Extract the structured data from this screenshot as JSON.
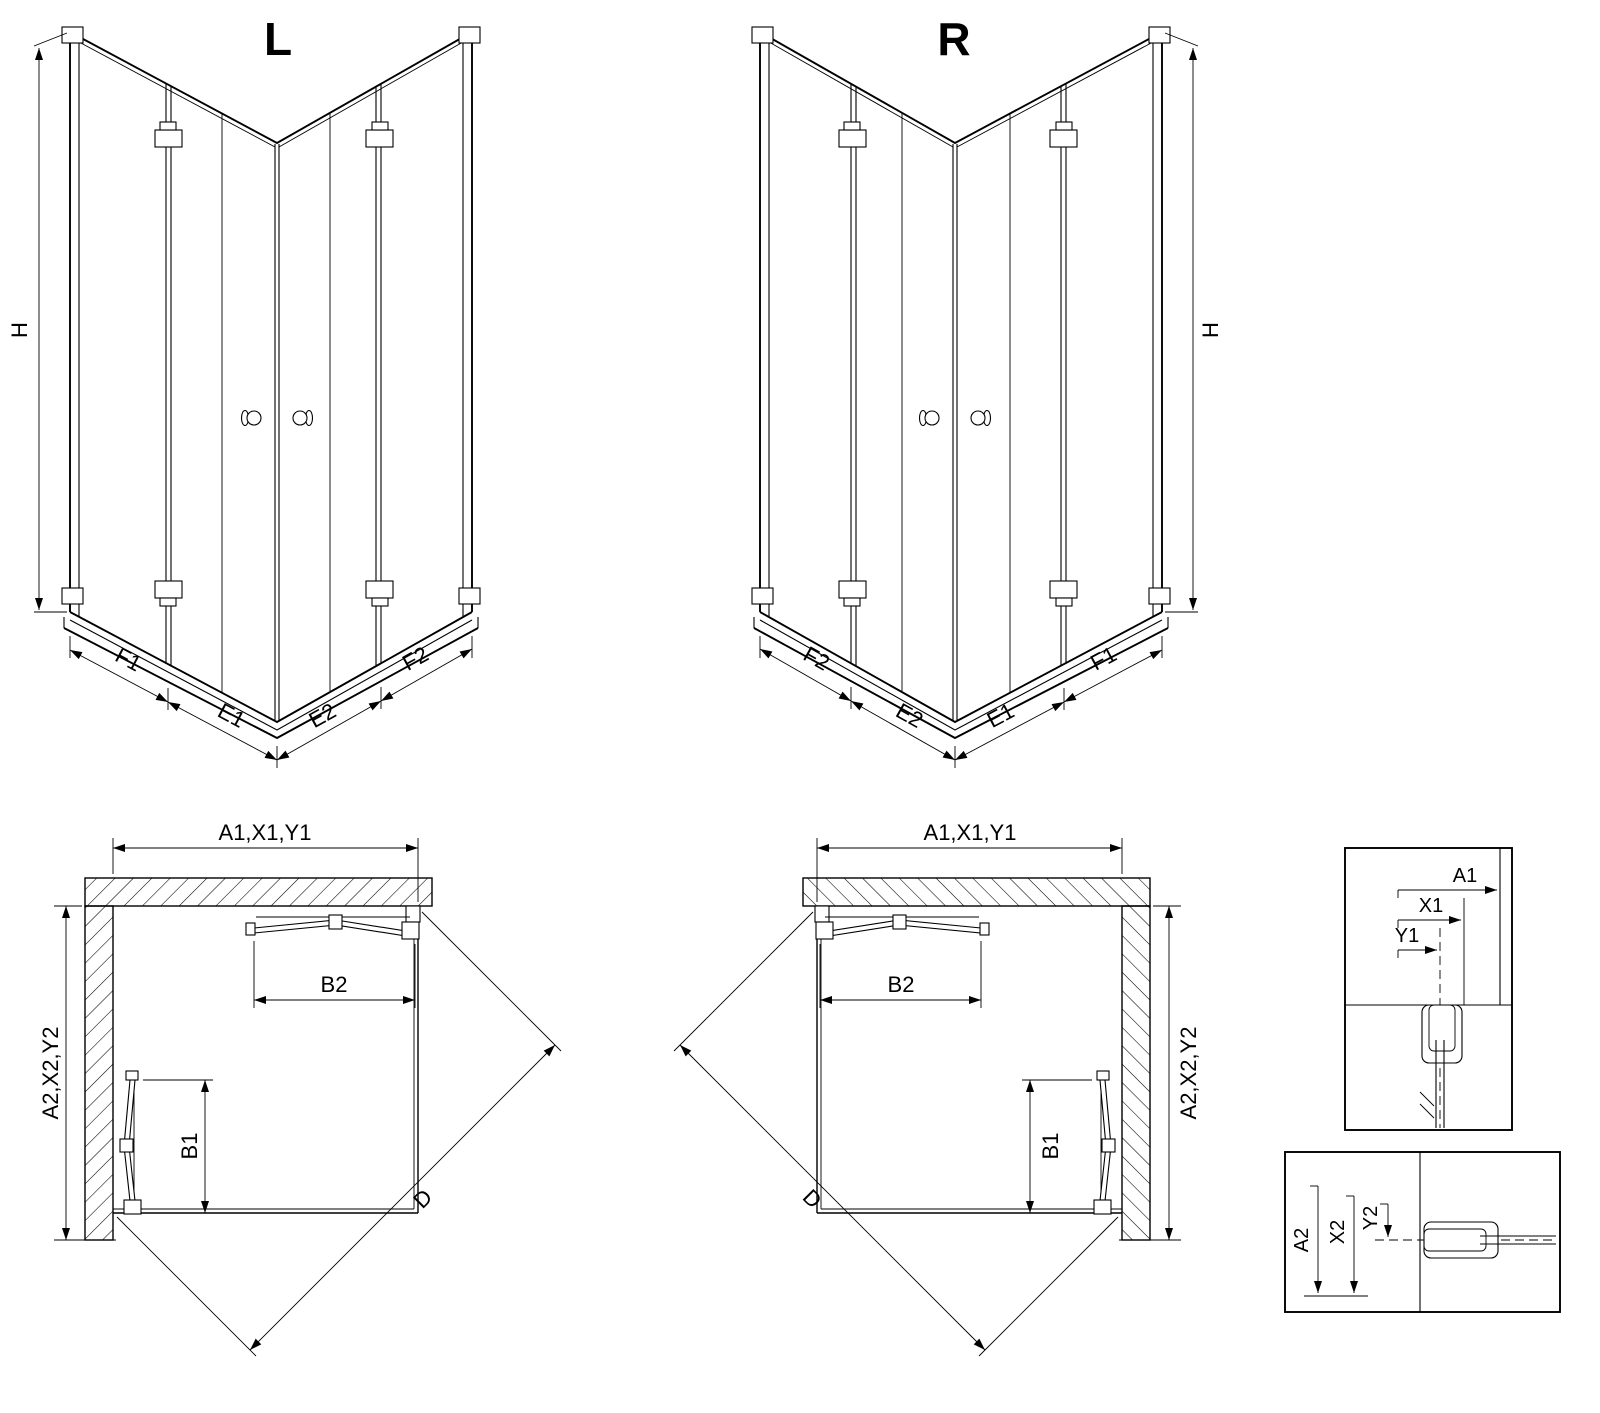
{
  "drawing": {
    "background": "#ffffff",
    "line_color": "#000000"
  },
  "iso_left": {
    "variant": "L",
    "height": "H",
    "bottom_dims": {
      "f1": "F1",
      "e1": "E1",
      "e2": "E2",
      "f2": "F2"
    }
  },
  "iso_right": {
    "variant": "R",
    "height": "H",
    "bottom_dims": {
      "f2": "F2",
      "e2": "E2",
      "e1": "E1",
      "f1": "F1"
    }
  },
  "plan_left": {
    "top": "A1,X1,Y1",
    "side": "A2,X2,Y2",
    "door_top": "B2",
    "door_side": "B1",
    "diagonal": "D"
  },
  "plan_right": {
    "top": "A1,X1,Y1",
    "side": "A2,X2,Y2",
    "door_top": "B2",
    "door_side": "B1",
    "diagonal": "D"
  },
  "detail_top": {
    "a1": "A1",
    "x1": "X1",
    "y1": "Y1"
  },
  "detail_bottom": {
    "a2": "A2",
    "x2": "X2",
    "y2": "Y2"
  }
}
